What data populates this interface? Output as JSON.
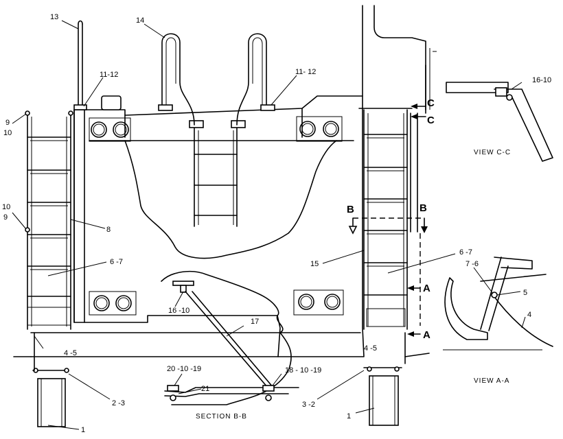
{
  "callouts": {
    "c1_left": "1",
    "c1_right": "1",
    "c2_3": "2 -3",
    "c3_2": "3 -2",
    "c4_5_left": "4 -5",
    "c4_5_right": "4 -5",
    "c4_viewaa": "4",
    "c5_viewaa": "5",
    "c6_7_left": "6 -7",
    "c6_7_right": "6 -7",
    "c7_6_viewaa": "7 -6",
    "c8": "8",
    "c9_top": "9",
    "c10_top": "10",
    "c10_mid": "10",
    "c9_mid": "9",
    "c11_12_left": "11-12",
    "c11_12_right": "11- 12",
    "c13": "13",
    "c14": "14",
    "c15": "15",
    "c16_10_bb": "16 -10",
    "c16_10_cc": "16-10",
    "c17": "17",
    "c18_10_19": "18 - 10 -19",
    "c20_10_19": "20 -10 -19",
    "c21": "21"
  },
  "section_letters": {
    "c_upper": "C",
    "c_lower": "C",
    "b_left": "B",
    "b_right": "B",
    "a_upper": "A",
    "a_lower": "A"
  },
  "view_titles": {
    "view_cc": "VIEW  C-C",
    "view_aa": "VIEW  A-A",
    "section_bb": "SECTION  B-B"
  }
}
